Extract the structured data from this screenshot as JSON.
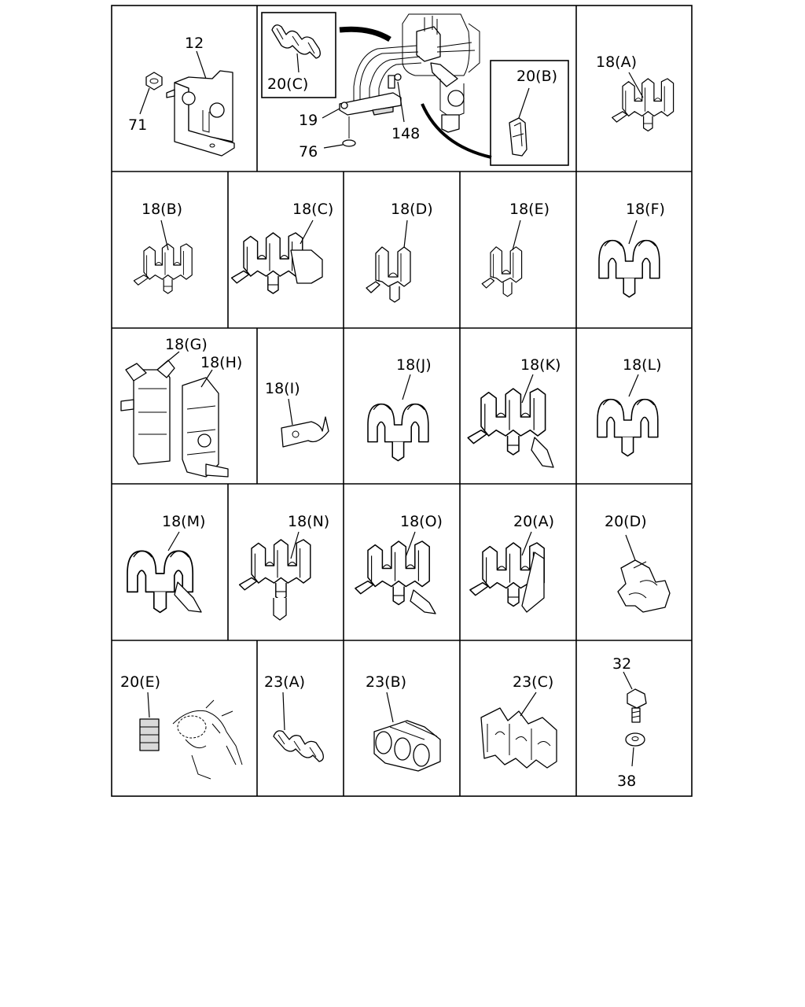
{
  "cells": {
    "c_bracket": {
      "labels": [
        "12",
        "71"
      ]
    },
    "c_assembly": {
      "labels": [
        "20(C)",
        "19",
        "76",
        "148",
        "20(B)"
      ]
    },
    "c_18a": {
      "labels": [
        "18(A)"
      ]
    },
    "c_18b": {
      "labels": [
        "18(B)"
      ]
    },
    "c_18c": {
      "labels": [
        "18(C)"
      ]
    },
    "c_18d": {
      "labels": [
        "18(D)"
      ]
    },
    "c_18e": {
      "labels": [
        "18(E)"
      ]
    },
    "c_18f": {
      "labels": [
        "18(F)"
      ]
    },
    "c_18gh": {
      "labels": [
        "18(G)",
        "18(H)"
      ]
    },
    "c_18i": {
      "labels": [
        "18(I)"
      ]
    },
    "c_18j": {
      "labels": [
        "18(J)"
      ]
    },
    "c_18k": {
      "labels": [
        "18(K)"
      ]
    },
    "c_18l": {
      "labels": [
        "18(L)"
      ]
    },
    "c_18m": {
      "labels": [
        "18(M)"
      ]
    },
    "c_18n": {
      "labels": [
        "18(N)"
      ]
    },
    "c_18o": {
      "labels": [
        "18(O)"
      ]
    },
    "c_20a": {
      "labels": [
        "20(A)"
      ]
    },
    "c_20d": {
      "labels": [
        "20(D)"
      ]
    },
    "c_20e": {
      "labels": [
        "20(E)"
      ]
    },
    "c_23a": {
      "labels": [
        "23(A)"
      ]
    },
    "c_23b": {
      "labels": [
        "23(B)"
      ]
    },
    "c_23c": {
      "labels": [
        "23(C)"
      ]
    },
    "c_bolt": {
      "labels": [
        "32",
        "38"
      ]
    }
  }
}
